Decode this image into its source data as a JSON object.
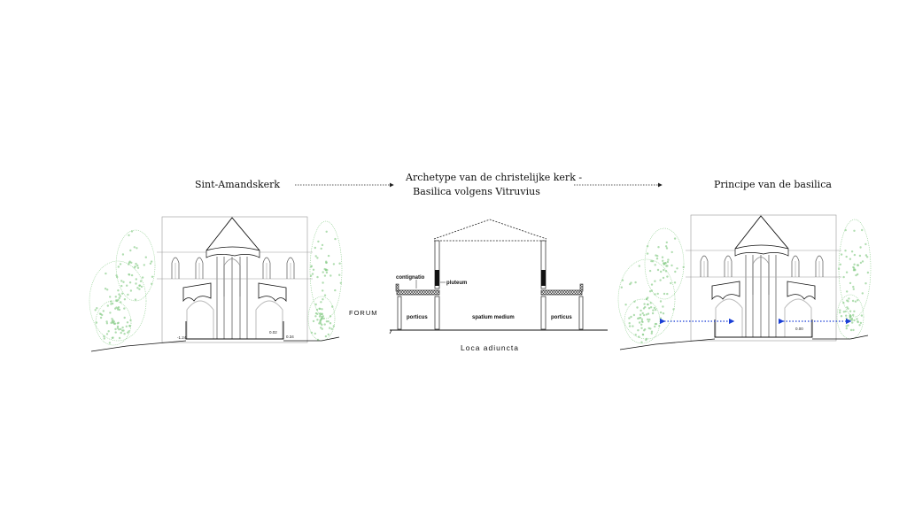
{
  "titles": {
    "left": "Sint-Amandskerk",
    "middle_line1": "Archetype van de christelijke kerk -",
    "middle_line2": "Basilica volgens Vitruvius",
    "right": "Principe van de basilica"
  },
  "basilica_labels": {
    "forum": "FORUM",
    "contignatio": "contignatio",
    "pluteum": "pluteum",
    "porticus_left": "porticus",
    "spatium_medium": "spatium medium",
    "porticus_right": "porticus",
    "loca_adiuncta": "Loca adiuncta"
  },
  "level_marks": {
    "left_church": [
      "-1.24",
      "0.02",
      "0.34"
    ],
    "right_church": [
      "0.00"
    ]
  },
  "colors": {
    "tree": "#8fcf8f",
    "arrow_blue": "#1a3fd6",
    "line": "#222222"
  }
}
